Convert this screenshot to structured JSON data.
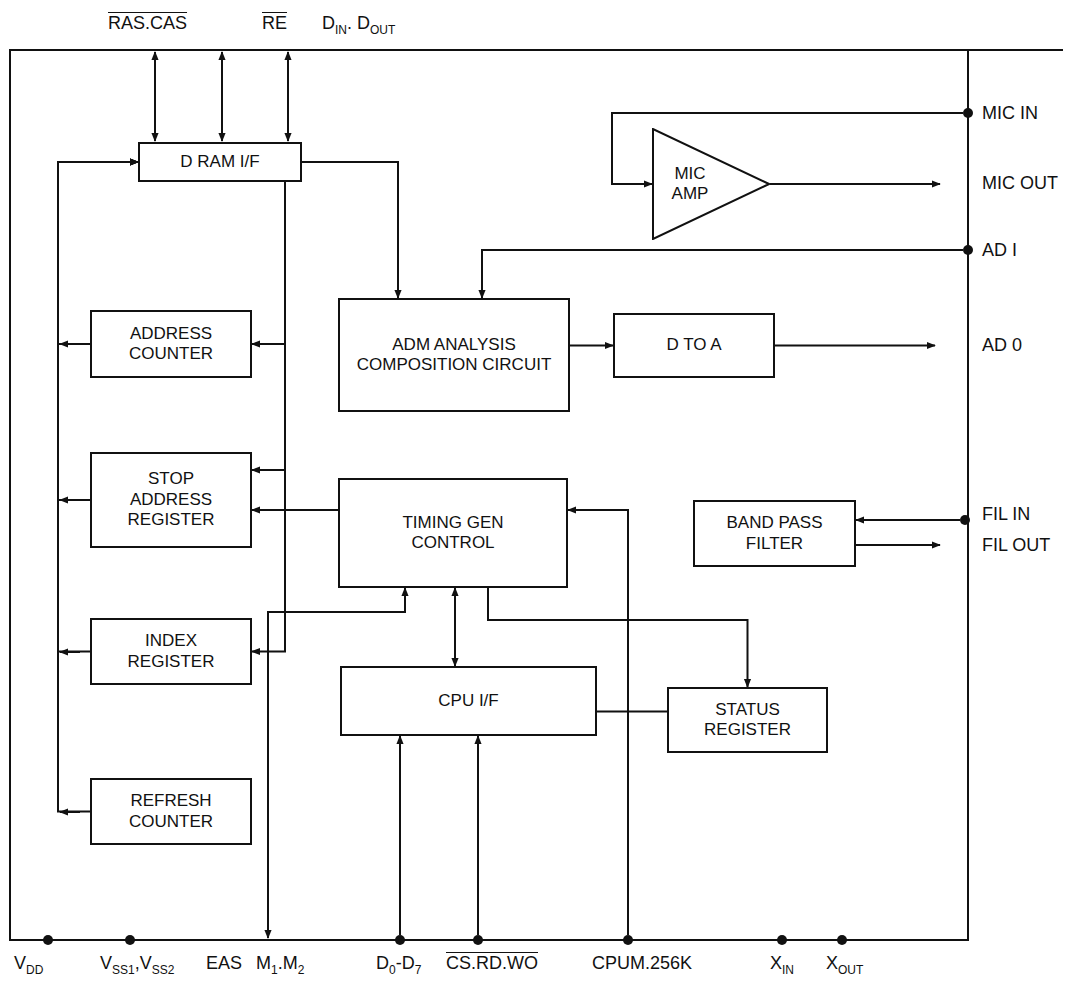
{
  "diagram": {
    "nodes": [
      {
        "text": [
          "D RAM I/F"
        ]
      },
      {
        "text": [
          "MIC AMP"
        ]
      },
      {
        "text": [
          "ADM ANALYSIS COMPOSITION CIRCUIT"
        ]
      },
      {
        "text": [
          "D TO A"
        ]
      },
      {
        "text": [
          "ADDRESS COUNTER"
        ]
      },
      {
        "text": [
          "STOP ADDRESS REGISTER"
        ]
      },
      {
        "text": [
          "TIMING GEN CONTROL"
        ]
      },
      {
        "text": [
          "BAND PASS FILTER"
        ]
      },
      {
        "text": [
          "INDEX REGISTER"
        ]
      },
      {
        "text": [
          "CPU I/F"
        ]
      },
      {
        "text": [
          "STATUS REGISTER"
        ]
      },
      {
        "text": [
          "REFRESH COUNTER"
        ]
      }
    ],
    "edges": [
      {
        "from": 0,
        "to": 2,
        "arrow": "to"
      },
      {
        "from": 2,
        "to": 3,
        "arrow": "to"
      },
      {
        "from": 0,
        "to": 4,
        "arrow": "to"
      },
      {
        "from": 0,
        "to": 5,
        "arrow": "to"
      },
      {
        "from": 0,
        "to": 8,
        "arrow": "to"
      },
      {
        "from": 6,
        "to": 5,
        "arrow": "to"
      },
      {
        "from": 4,
        "to": 0,
        "arrow": "to"
      },
      {
        "from": 5,
        "to": 0,
        "arrow": "to"
      },
      {
        "from": 8,
        "to": 0,
        "arrow": "to"
      },
      {
        "from": 11,
        "to": 0,
        "arrow": "to"
      },
      {
        "from": 6,
        "to": 9,
        "arrow": "both"
      },
      {
        "from": 6,
        "to": 10,
        "arrow": "to"
      },
      {
        "from": 9,
        "to": 10,
        "arrow": "none"
      }
    ],
    "labels": [
      "RAS.CAS",
      "RE",
      "D",
      "IN",
      ". D",
      "OUT",
      "MIC IN",
      "MIC OUT",
      "AD I",
      "AD 0",
      "FIL IN",
      "FIL OUT",
      "V",
      "DD",
      "V",
      "SS1",
      ",V",
      "SS2",
      "EAS",
      "M",
      "1",
      ".M",
      "2",
      "D",
      "0",
      "-D",
      "7",
      "CS.RD.WO",
      "CPUM.256K",
      "X",
      "IN",
      "X",
      "OUT"
    ]
  }
}
